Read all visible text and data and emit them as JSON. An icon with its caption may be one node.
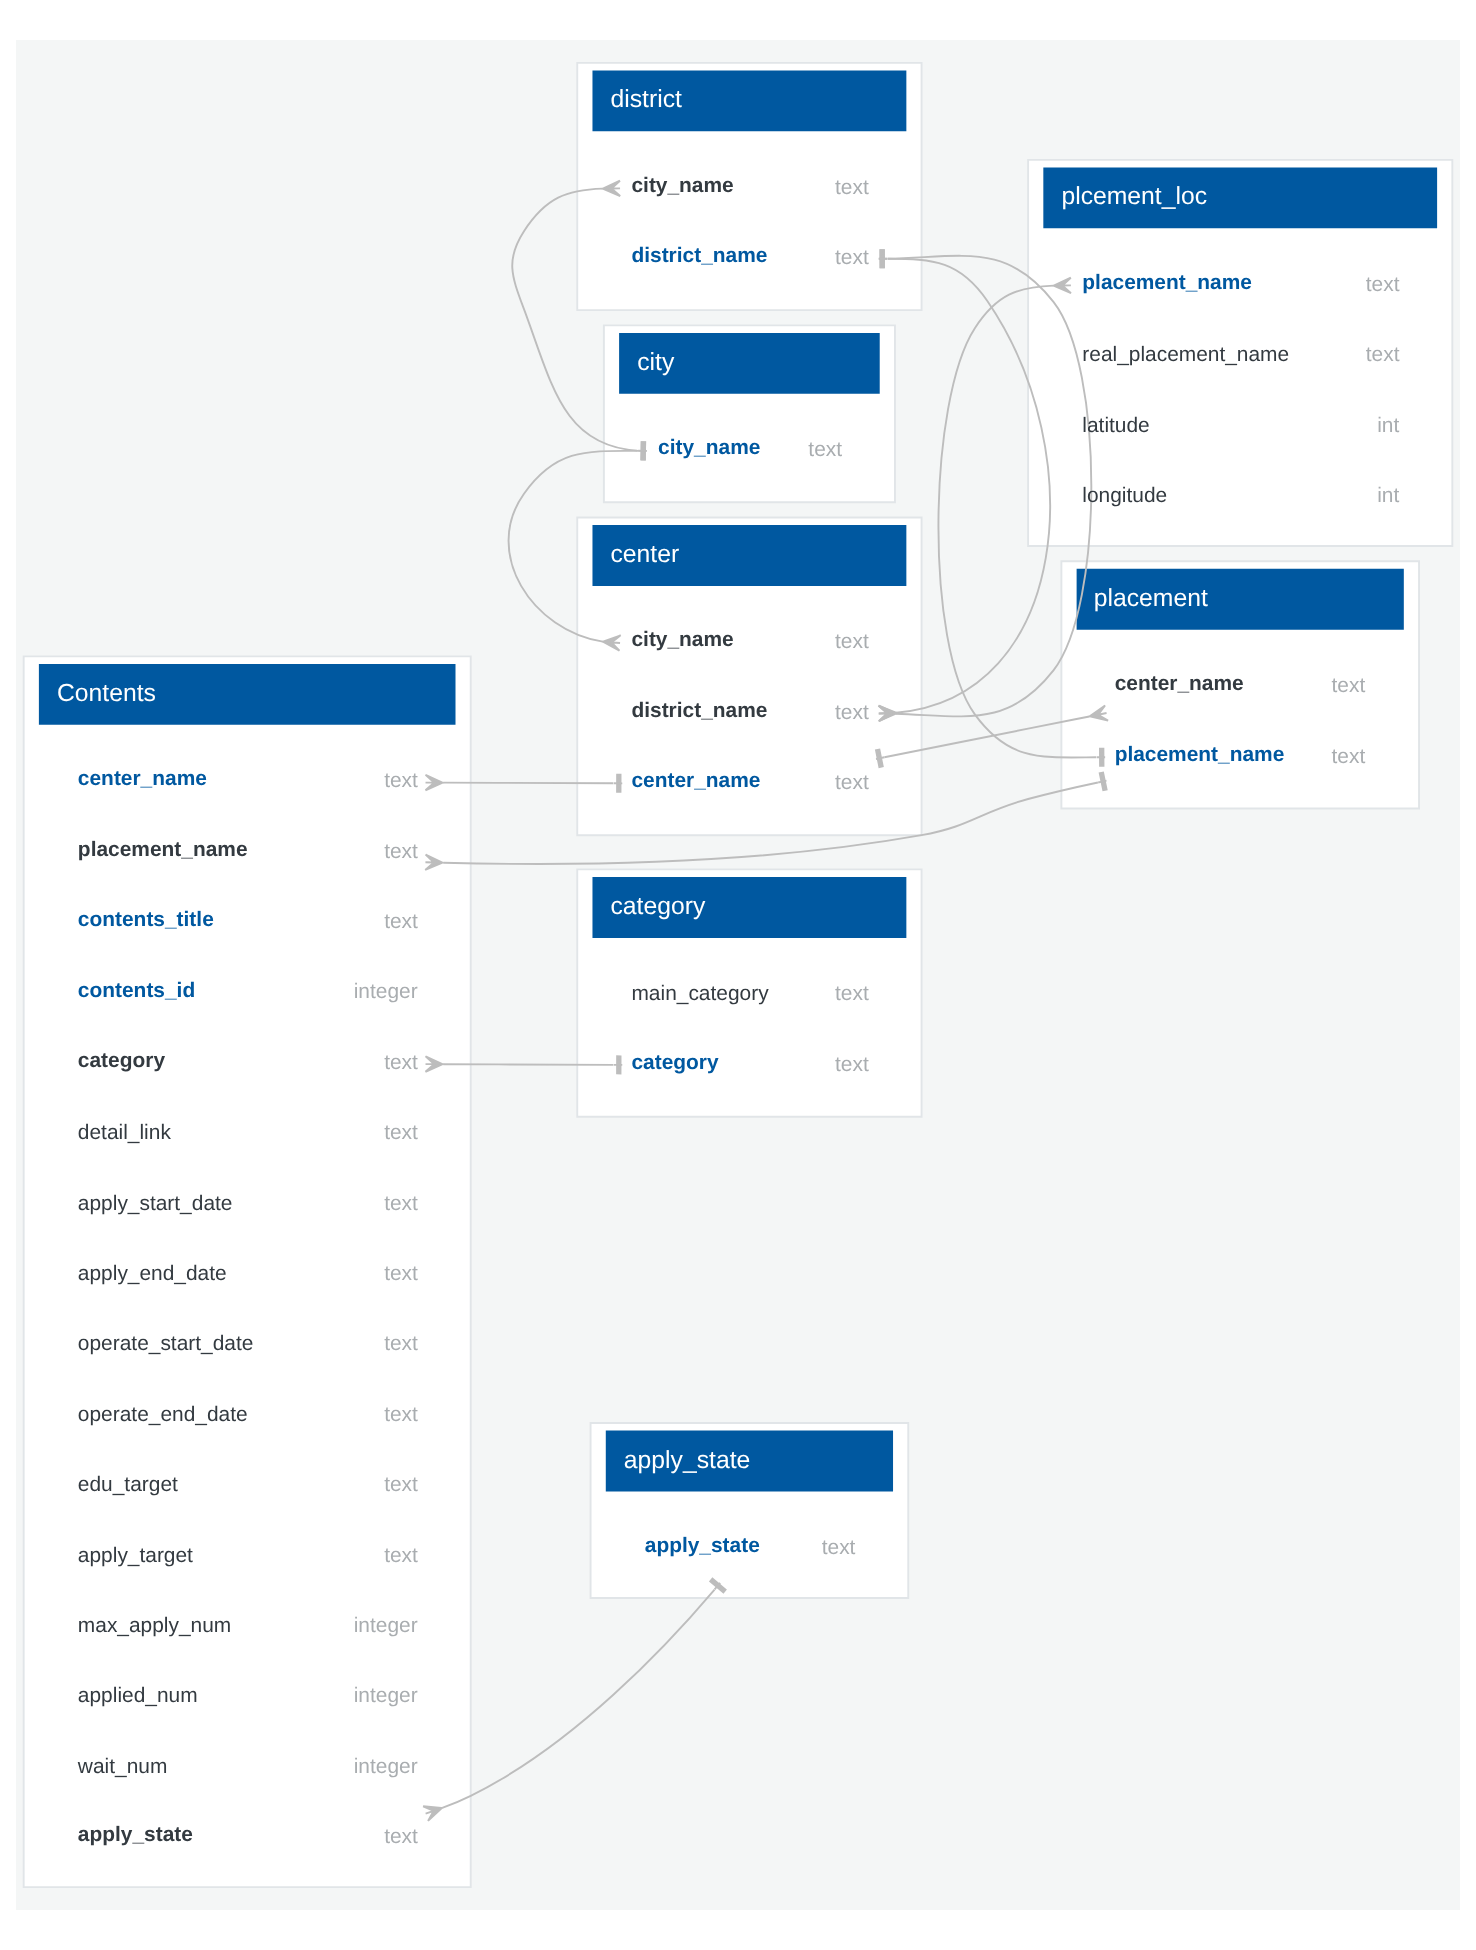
{
  "diagram": {
    "nodes": [
      {
        "text": [
          "city"
        ]
      },
      {
        "text": [
          "city_name",
          "text"
        ],
        "in": 0
      },
      {
        "text": [
          "district"
        ]
      },
      {
        "text": [
          "city_name",
          "text"
        ],
        "in": 2
      },
      {
        "text": [
          "district_name",
          "text"
        ],
        "in": 2
      },
      {
        "text": [
          "center"
        ]
      },
      {
        "text": [
          "city_name",
          "text"
        ],
        "in": 5
      },
      {
        "text": [
          "district_name",
          "text"
        ],
        "in": 5
      },
      {
        "text": [
          "center_name",
          "text"
        ],
        "in": 5
      },
      {
        "text": [
          "placement"
        ]
      },
      {
        "text": [
          "center_name",
          "text"
        ],
        "in": 9
      },
      {
        "text": [
          "placement_name",
          "text"
        ],
        "in": 9
      },
      {
        "text": [
          "Contents"
        ]
      },
      {
        "text": [
          "center_name",
          "text"
        ],
        "in": 12
      },
      {
        "text": [
          "placement_name",
          "text"
        ],
        "in": 12
      },
      {
        "text": [
          "contents_title",
          "text"
        ],
        "in": 12
      },
      {
        "text": [
          "contents_id",
          "integer"
        ],
        "in": 12
      },
      {
        "text": [
          "category",
          "text"
        ],
        "in": 12
      },
      {
        "text": [
          "detail_link",
          "text"
        ],
        "in": 12
      },
      {
        "text": [
          "apply_start_date",
          "text"
        ],
        "in": 12
      },
      {
        "text": [
          "apply_end_date",
          "text"
        ],
        "in": 12
      },
      {
        "text": [
          "operate_start_date",
          "text"
        ],
        "in": 12
      },
      {
        "text": [
          "operate_end_date",
          "text"
        ],
        "in": 12
      },
      {
        "text": [
          "edu_target",
          "text"
        ],
        "in": 12
      },
      {
        "text": [
          "apply_target",
          "text"
        ],
        "in": 12
      },
      {
        "text": [
          "max_apply_num",
          "integer"
        ],
        "in": 12
      },
      {
        "text": [
          "applied_num",
          "integer"
        ],
        "in": 12
      },
      {
        "text": [
          "wait_num",
          "integer"
        ],
        "in": 12
      },
      {
        "text": [
          "apply_state",
          "text"
        ],
        "in": 12
      },
      {
        "text": [
          "plcement_loc"
        ]
      },
      {
        "text": [
          "placement_name",
          "text"
        ],
        "in": 29
      },
      {
        "text": [
          "real_placement_name",
          "text"
        ],
        "in": 29
      },
      {
        "text": [
          "latitude",
          "int"
        ],
        "in": 29
      },
      {
        "text": [
          "longitude",
          "int"
        ],
        "in": 29
      },
      {
        "text": [
          "category"
        ]
      },
      {
        "text": [
          "main_category",
          "text"
        ],
        "in": 34
      },
      {
        "text": [
          "category",
          "text"
        ],
        "in": 34
      },
      {
        "text": [
          "apply_state"
        ]
      },
      {
        "text": [
          "apply_state",
          "text"
        ],
        "in": 37
      }
    ],
    "edges": [
      {
        "from": 3,
        "to": 1,
        "arrow": "other"
      },
      {
        "from": 6,
        "to": 1,
        "arrow": "other"
      },
      {
        "from": 7,
        "to": 4,
        "arrow": "other"
      },
      {
        "from": 13,
        "to": 8,
        "arrow": "other"
      },
      {
        "from": 10,
        "to": 8,
        "arrow": "other"
      },
      {
        "from": 14,
        "to": 11,
        "arrow": "other"
      },
      {
        "from": 30,
        "to": 11,
        "arrow": "other"
      },
      {
        "from": 17,
        "to": 36,
        "arrow": "other"
      },
      {
        "from": 28,
        "to": 38,
        "arrow": "other"
      }
    ]
  }
}
